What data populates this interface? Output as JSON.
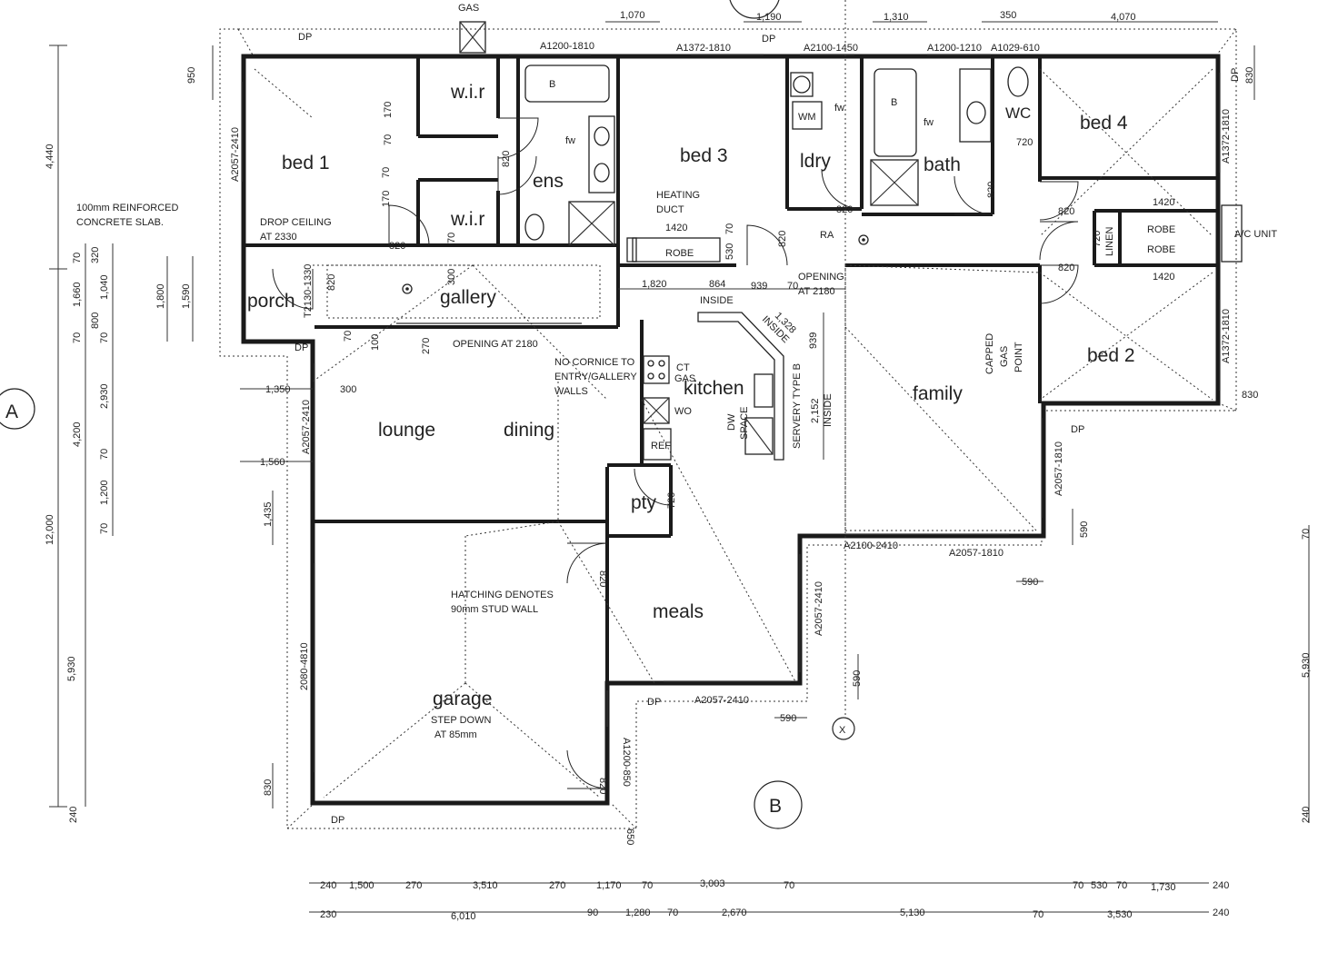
{
  "rooms": {
    "bed1": "bed 1",
    "wir1": "w.i.r",
    "wir2": "w.i.r",
    "ens": "ens",
    "bed3": "bed 3",
    "ldry": "ldry",
    "bath": "bath",
    "wc": "WC",
    "bed4": "bed 4",
    "bed2": "bed 2",
    "porch": "porch",
    "gallery": "gallery",
    "lounge": "lounge",
    "dining": "dining",
    "kitchen": "kitchen",
    "family": "family",
    "pty": "pty",
    "meals": "meals",
    "garage": "garage"
  },
  "notes": {
    "gas": "GAS",
    "slab_1": "100mm REINFORCED",
    "slab_2": "CONCRETE SLAB.",
    "drop_ceiling_1": "DROP CEILING",
    "drop_ceiling_2": "AT 2330",
    "heating_1": "HEATING",
    "heating_2": "DUCT",
    "opening_gallery": "OPENING AT 2180",
    "opening_family_1": "OPENING",
    "opening_family_2": "AT 2180",
    "cornice_1": "NO CORNICE TO",
    "cornice_2": "ENTRY/GALLERY",
    "cornice_3": "WALLS",
    "servery": "SERVERY TYPE B",
    "inside_a": "INSIDE",
    "inside_b": "INSIDE",
    "inside_c": "INSIDE",
    "dw_1": "DW",
    "dw_2": "SPACE",
    "ct_1": "CT",
    "ct_2": "GAS",
    "wo": "WO",
    "ref": "REF",
    "wm": "WM",
    "ra": "RA",
    "fw_1": "fw",
    "fw_2": "fw",
    "fw_3": "fw",
    "b_1": "B",
    "b_2": "B",
    "robe_1": "ROBE",
    "robe_2": "ROBE",
    "robe_3": "ROBE",
    "linen": "LINEN",
    "ac_unit": "A/C UNIT",
    "capped_1": "CAPPED",
    "capped_2": "GAS",
    "capped_3": "POINT",
    "hatching_1": "HATCHING DENOTES",
    "hatching_2": "90mm STUD WALL",
    "step_down_1": "STEP DOWN",
    "step_down_2": "AT 85mm",
    "dp": "DP",
    "section_a": "A",
    "section_b": "B",
    "grid_x": "X"
  },
  "windows": {
    "top_1": "A1200-1810",
    "top_2": "A1372-1810",
    "top_3": "A2100-1450",
    "top_4": "A1200-1210",
    "top_5": "A1029-610",
    "left_bed1": "A2057-2410",
    "porch": "T2130-1330",
    "left_lounge": "A2057-2410",
    "left_garage": "2080-4810",
    "right_bed4": "A1372-1810",
    "right_bed2": "A1372-1810",
    "family_side": "A2057-1810",
    "family_bottom_1": "A2100-2410",
    "family_bottom_2": "A2057-1810",
    "meals_side": "A2057-2410",
    "meals_bottom": "A2057-2410",
    "garage_side": "A1200-850"
  },
  "dims": {
    "top": [
      "1,070",
      "1,190",
      "1,310",
      "350",
      "4,070"
    ],
    "left_outer": [
      "4,440",
      "12,000",
      "240",
      "950"
    ],
    "left_inner": [
      "70",
      "1,660",
      "70",
      "4,200",
      "5,930"
    ],
    "left_third": [
      "320",
      "1,040",
      "800",
      "70",
      "2,930",
      "70",
      "1,200",
      "70"
    ],
    "left_misc": [
      "1,800",
      "1,590",
      "1,350",
      "300",
      "1,560",
      "1,435",
      "830"
    ],
    "bottom_row1": [
      "240",
      "1,500",
      "270",
      "3,510",
      "270",
      "1,170",
      "70",
      "3,003",
      "70",
      "70",
      "530",
      "70",
      "1,730",
      "240"
    ],
    "bottom_row2": [
      "230",
      "6,010",
      "90",
      "1,280",
      "70",
      "2,670",
      "5,130",
      "70",
      "3,530",
      "240"
    ],
    "interior": [
      "170",
      "70",
      "820",
      "70",
      "170",
      "170",
      "70",
      "820",
      "300",
      "100",
      "70",
      "270",
      "820",
      "720",
      "720",
      "720",
      "820",
      "820",
      "820",
      "820",
      "820",
      "820",
      "820",
      "1420",
      "1420",
      "1420",
      "530",
      "70",
      "1,820",
      "864",
      "939",
      "70",
      "1,328",
      "939",
      "2,152",
      "720",
      "820",
      "590",
      "590",
      "590",
      "590",
      "650",
      "830",
      "830",
      "830",
      "70",
      "5,930",
      "240"
    ]
  }
}
